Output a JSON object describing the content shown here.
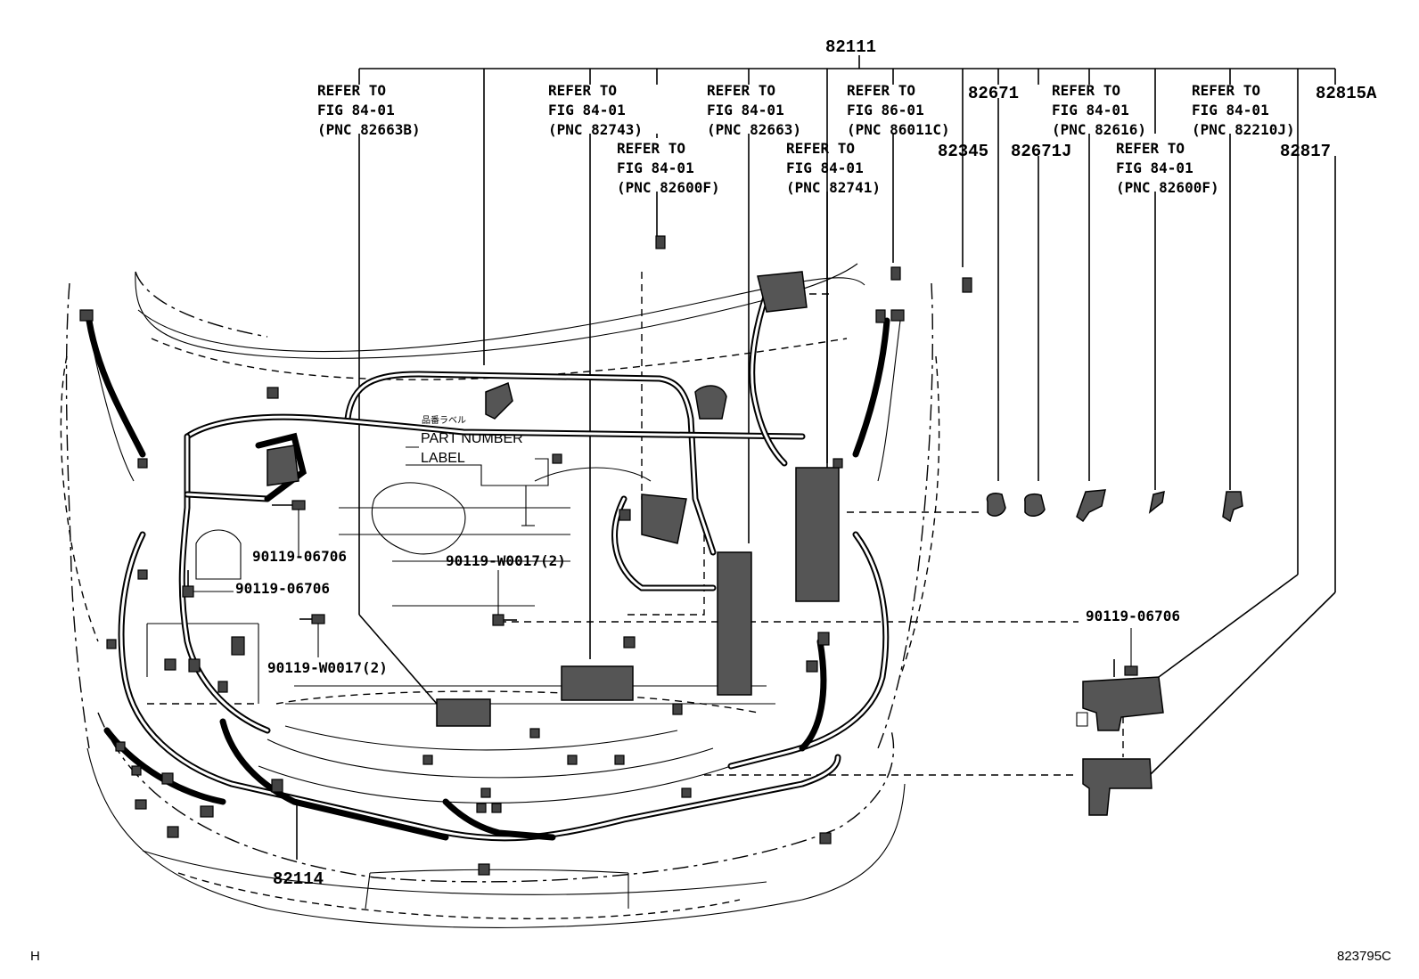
{
  "labels": {
    "main_harness": "82111",
    "refer1": [
      "REFER TO",
      "FIG 84-01",
      "(PNC 82663B)"
    ],
    "refer2": [
      "REFER TO",
      "FIG 84-01",
      "(PNC 82743)"
    ],
    "refer3": [
      "REFER TO",
      "FIG 84-01",
      "(PNC 82600F)"
    ],
    "refer4": [
      "REFER TO",
      "FIG 84-01",
      "(PNC 82663)"
    ],
    "refer5": [
      "REFER TO",
      "FIG 84-01",
      "(PNC 82741)"
    ],
    "refer6": [
      "REFER TO",
      "FIG 86-01",
      "(PNC 86011C)"
    ],
    "refer7": [
      "REFER TO",
      "FIG 84-01",
      "(PNC 82616)"
    ],
    "refer8": [
      "REFER TO",
      "FIG 84-01",
      "(PNC 82600F)"
    ],
    "refer9": [
      "REFER TO",
      "FIG 84-01",
      "(PNC 82210J)"
    ],
    "p82671": "82671",
    "p82345": "82345",
    "p82671J": "82671J",
    "p82815A": "82815A",
    "p82817": "82817",
    "p82114": "82114",
    "bolt_a": "90119-06706",
    "bolt_b": "90119-06706",
    "bolt_c": "90119-W0017(2)",
    "bolt_d": "90119-W0017(2)",
    "bolt_e": "90119-06706",
    "part_label_jp": "品番ラベル",
    "part_label_1": "PART NUMBER",
    "part_label_2": "LABEL",
    "corner_left": "H",
    "corner_right": "823795C"
  }
}
